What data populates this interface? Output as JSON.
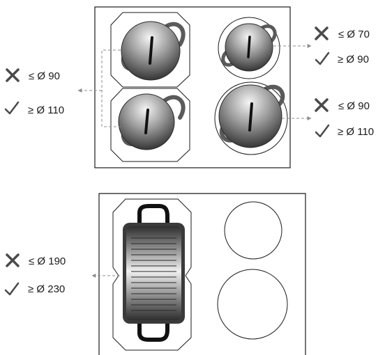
{
  "top_hob": {
    "left_zone_limits": {
      "not_ok": "≤ Ø 90",
      "ok": "≥ Ø 110"
    },
    "right_small_zone_limits": {
      "not_ok": "≤ Ø 70",
      "ok": "≥ Ø 90"
    },
    "right_large_zone_limits": {
      "not_ok": "≤ Ø 90",
      "ok": "≥ Ø 110"
    }
  },
  "bottom_hob": {
    "bridge_zone_limits": {
      "not_ok": "≤ Ø 190",
      "ok": "≥ Ø 230"
    }
  },
  "icons": {
    "not_ok": "cross-icon",
    "ok": "check-icon"
  },
  "colors": {
    "line": "#1a1a1a",
    "icon": "#4a4a4a",
    "pot_light": "#f2f2f2",
    "pot_dark": "#3c3c3c",
    "arrow": "#8c8c8c"
  }
}
